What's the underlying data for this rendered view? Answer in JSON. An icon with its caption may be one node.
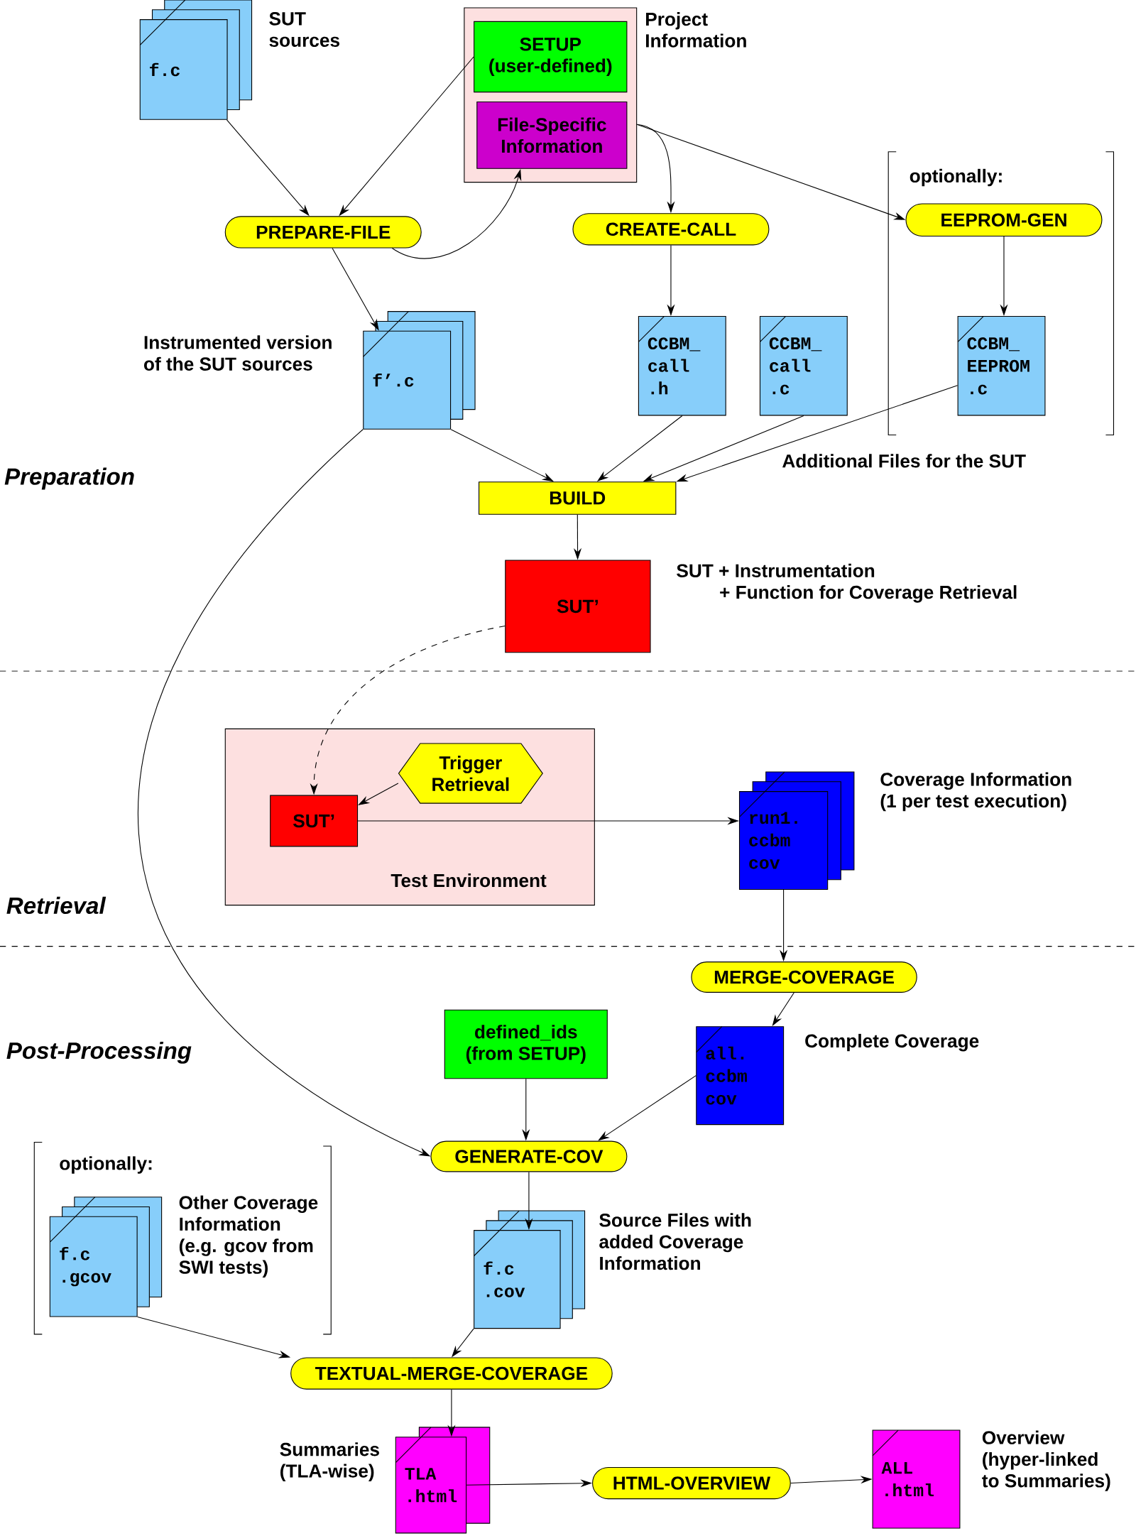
{
  "diagram": {
    "nodes": [
      {
        "text": [
          "f.c"
        ],
        "beside": [
          "SUT sources"
        ]
      },
      {
        "text": [
          "Project Information"
        ]
      },
      {
        "text": [
          "SETUP (user-defined)"
        ],
        "in": 1
      },
      {
        "text": [
          "File-Specific Information"
        ],
        "in": 1
      },
      {
        "text": [
          "PREPARE-FILE"
        ]
      },
      {
        "text": [
          "CREATE-CALL"
        ]
      },
      {
        "text": [
          "EEPROM-GEN"
        ]
      },
      {
        "text": [
          "f’.c"
        ],
        "beside": [
          "Instrumented version of the SUT sources"
        ]
      },
      {
        "text": [
          "CCBM_ call .h"
        ]
      },
      {
        "text": [
          "CCBM_ call .c"
        ]
      },
      {
        "text": [
          "CCBM_ EEPROM .c"
        ]
      },
      {
        "text": [
          "BUILD"
        ]
      },
      {
        "text": [
          "SUT’"
        ],
        "beside": [
          "SUT + Instrumentation + Function for Coverage Retrieval"
        ]
      },
      {
        "text": [
          "Test Environment"
        ]
      },
      {
        "text": [
          "SUT’"
        ],
        "in": 13
      },
      {
        "text": [
          "Trigger Retrieval"
        ],
        "in": 13
      },
      {
        "text": [
          "run1. ccbm cov"
        ],
        "beside": [
          "Coverage Information (1 per test execution)"
        ]
      },
      {
        "text": [
          "MERGE-COVERAGE"
        ]
      },
      {
        "text": [
          "defined_ids (from SETUP)"
        ]
      },
      {
        "text": [
          "all. ccbm cov"
        ],
        "beside": [
          "Complete Coverage"
        ]
      },
      {
        "text": [
          "GENERATE-COV"
        ]
      },
      {
        "text": [
          "f.c .gcov"
        ],
        "beside": [
          "Other Coverage Information (e.g. gcov from SWI tests)"
        ]
      },
      {
        "text": [
          "f.c .cov"
        ],
        "beside": [
          "Source Files with added Coverage Information"
        ]
      },
      {
        "text": [
          "TEXTUAL-MERGE-COVERAGE"
        ]
      },
      {
        "text": [
          "TLA .html"
        ],
        "beside": [
          "Summaries (TLA-wise)"
        ]
      },
      {
        "text": [
          "HTML-OVERVIEW"
        ]
      },
      {
        "text": [
          "ALL .html"
        ],
        "beside": [
          "Overview (hyper-linked to Summaries)"
        ]
      }
    ],
    "edges": [
      {
        "from": 0,
        "to": 4,
        "arrow": "to"
      },
      {
        "from": 2,
        "to": 4,
        "arrow": "to"
      },
      {
        "from": 4,
        "to": 3,
        "arrow": "to"
      },
      {
        "from": 1,
        "to": 5,
        "arrow": "to"
      },
      {
        "from": 1,
        "to": 6,
        "arrow": "to"
      },
      {
        "from": 4,
        "to": 7,
        "arrow": "to"
      },
      {
        "from": 5,
        "to": 8,
        "arrow": "to"
      },
      {
        "from": 6,
        "to": 10,
        "arrow": "to"
      },
      {
        "from": 7,
        "to": 11,
        "arrow": "to"
      },
      {
        "from": 8,
        "to": 11,
        "arrow": "to"
      },
      {
        "from": 9,
        "to": 11,
        "arrow": "to"
      },
      {
        "from": 10,
        "to": 11,
        "arrow": "to"
      },
      {
        "from": 11,
        "to": 12,
        "arrow": "to"
      },
      {
        "from": 12,
        "to": 14,
        "arrow": "to",
        "style": "dashed"
      },
      {
        "from": 7,
        "to": 20,
        "arrow": "to"
      },
      {
        "from": 15,
        "to": 14,
        "arrow": "to"
      },
      {
        "from": 14,
        "to": 16,
        "arrow": "to"
      },
      {
        "from": 16,
        "to": 17,
        "arrow": "to"
      },
      {
        "from": 17,
        "to": 19,
        "arrow": "to"
      },
      {
        "from": 18,
        "to": 20,
        "arrow": "to"
      },
      {
        "from": 19,
        "to": 20,
        "arrow": "to"
      },
      {
        "from": 20,
        "to": 22,
        "arrow": "to"
      },
      {
        "from": 21,
        "to": 23,
        "arrow": "to"
      },
      {
        "from": 22,
        "to": 23,
        "arrow": "to"
      },
      {
        "from": 23,
        "to": 24,
        "arrow": "to"
      },
      {
        "from": 24,
        "to": 25,
        "arrow": "to"
      },
      {
        "from": 25,
        "to": 26,
        "arrow": "to"
      }
    ],
    "labels": [
      "optionally:",
      "Additional Files for the SUT",
      "Preparation",
      "Retrieval",
      "Post-Processing",
      "optionally:"
    ]
  }
}
